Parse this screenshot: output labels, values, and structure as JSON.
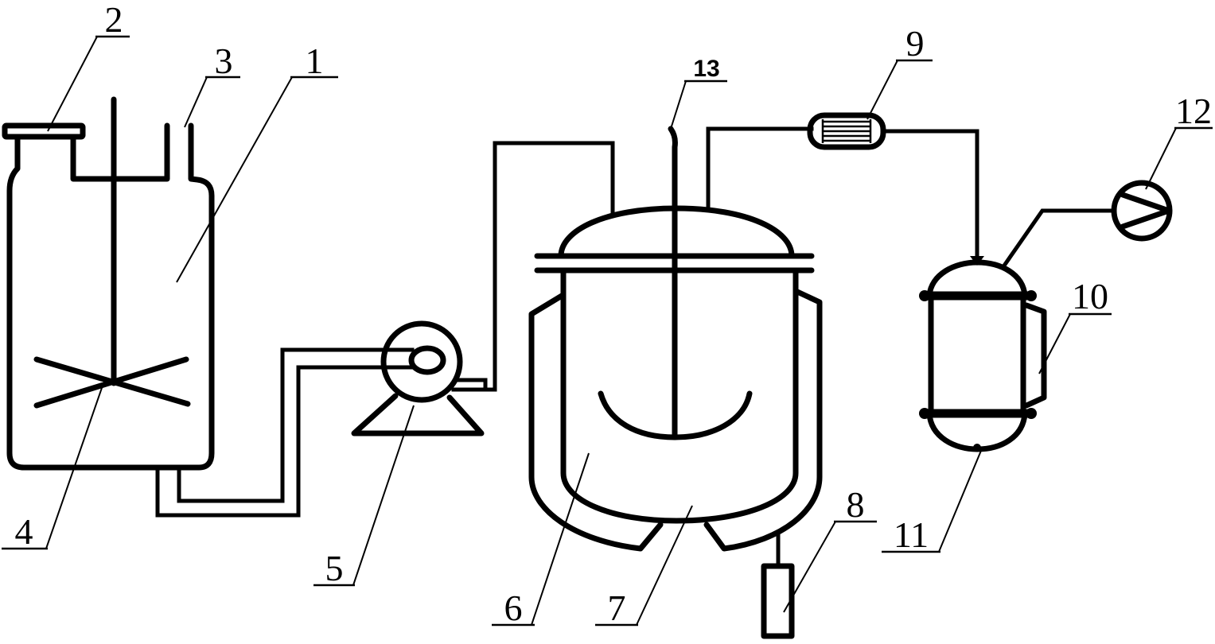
{
  "labels": {
    "n1": "1",
    "n2": "2",
    "n3": "3",
    "n4": "4",
    "n5": "5",
    "n6": "6",
    "n7": "7",
    "n8": "8",
    "n9": "9",
    "n10": "10",
    "n11": "11",
    "n12": "12",
    "n13": "13"
  }
}
